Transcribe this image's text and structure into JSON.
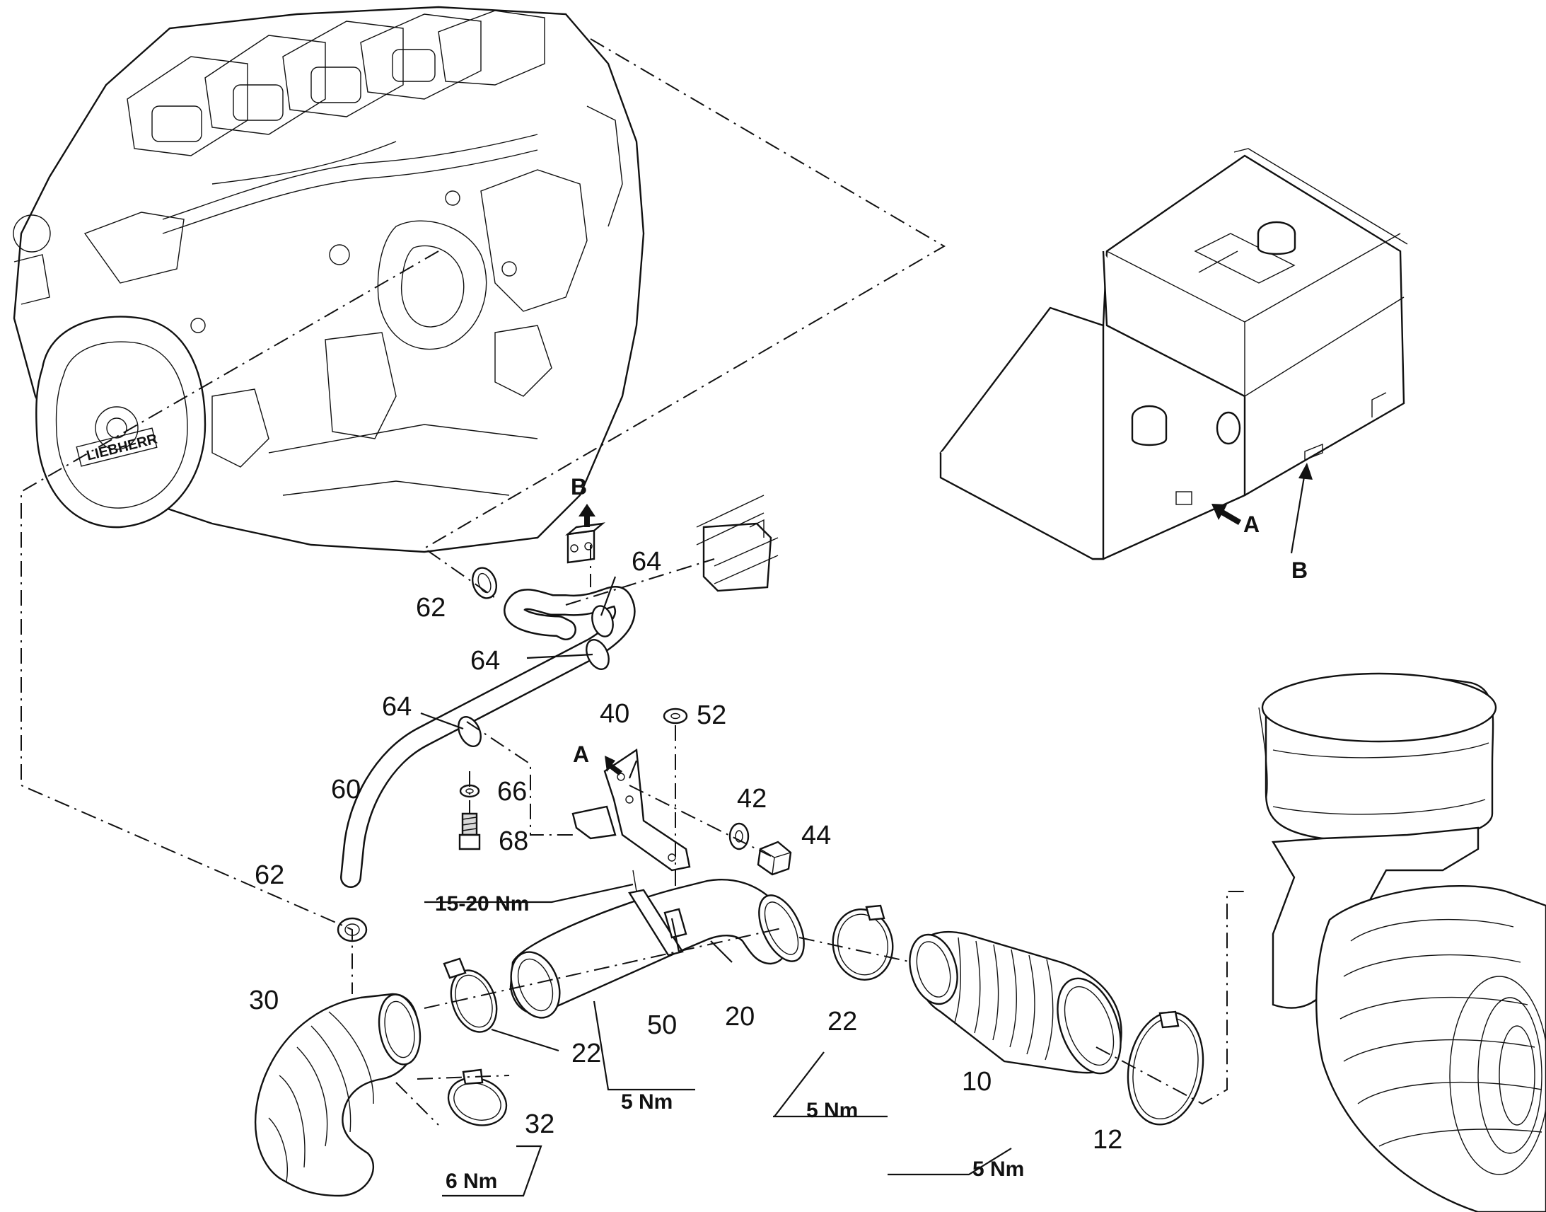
{
  "diagram": {
    "callouts": [
      {
        "id": "c10",
        "text": "10"
      },
      {
        "id": "c12",
        "text": "12"
      },
      {
        "id": "c20",
        "text": "20"
      },
      {
        "id": "c22a",
        "text": "22"
      },
      {
        "id": "c22b",
        "text": "22"
      },
      {
        "id": "c30",
        "text": "30"
      },
      {
        "id": "c32",
        "text": "32"
      },
      {
        "id": "c40",
        "text": "40"
      },
      {
        "id": "c42",
        "text": "42"
      },
      {
        "id": "c44",
        "text": "44"
      },
      {
        "id": "c50",
        "text": "50"
      },
      {
        "id": "c52",
        "text": "52"
      },
      {
        "id": "c60",
        "text": "60"
      },
      {
        "id": "c62a",
        "text": "62"
      },
      {
        "id": "c62b",
        "text": "62"
      },
      {
        "id": "c64a",
        "text": "64"
      },
      {
        "id": "c64b",
        "text": "64"
      },
      {
        "id": "c64c",
        "text": "64"
      },
      {
        "id": "c66",
        "text": "66"
      },
      {
        "id": "c68",
        "text": "68"
      }
    ],
    "torques": [
      {
        "id": "t1",
        "text": "15-20 Nm"
      },
      {
        "id": "t2",
        "text": "5 Nm"
      },
      {
        "id": "t3",
        "text": "5 Nm"
      },
      {
        "id": "t4",
        "text": "6 Nm"
      },
      {
        "id": "t5",
        "text": "5 Nm"
      }
    ],
    "views": [
      {
        "id": "vA1",
        "text": "A"
      },
      {
        "id": "vB1",
        "text": "B"
      },
      {
        "id": "vA2",
        "text": "A"
      },
      {
        "id": "vB2",
        "text": "B"
      }
    ],
    "engine_badge": "LIEBHERR"
  }
}
